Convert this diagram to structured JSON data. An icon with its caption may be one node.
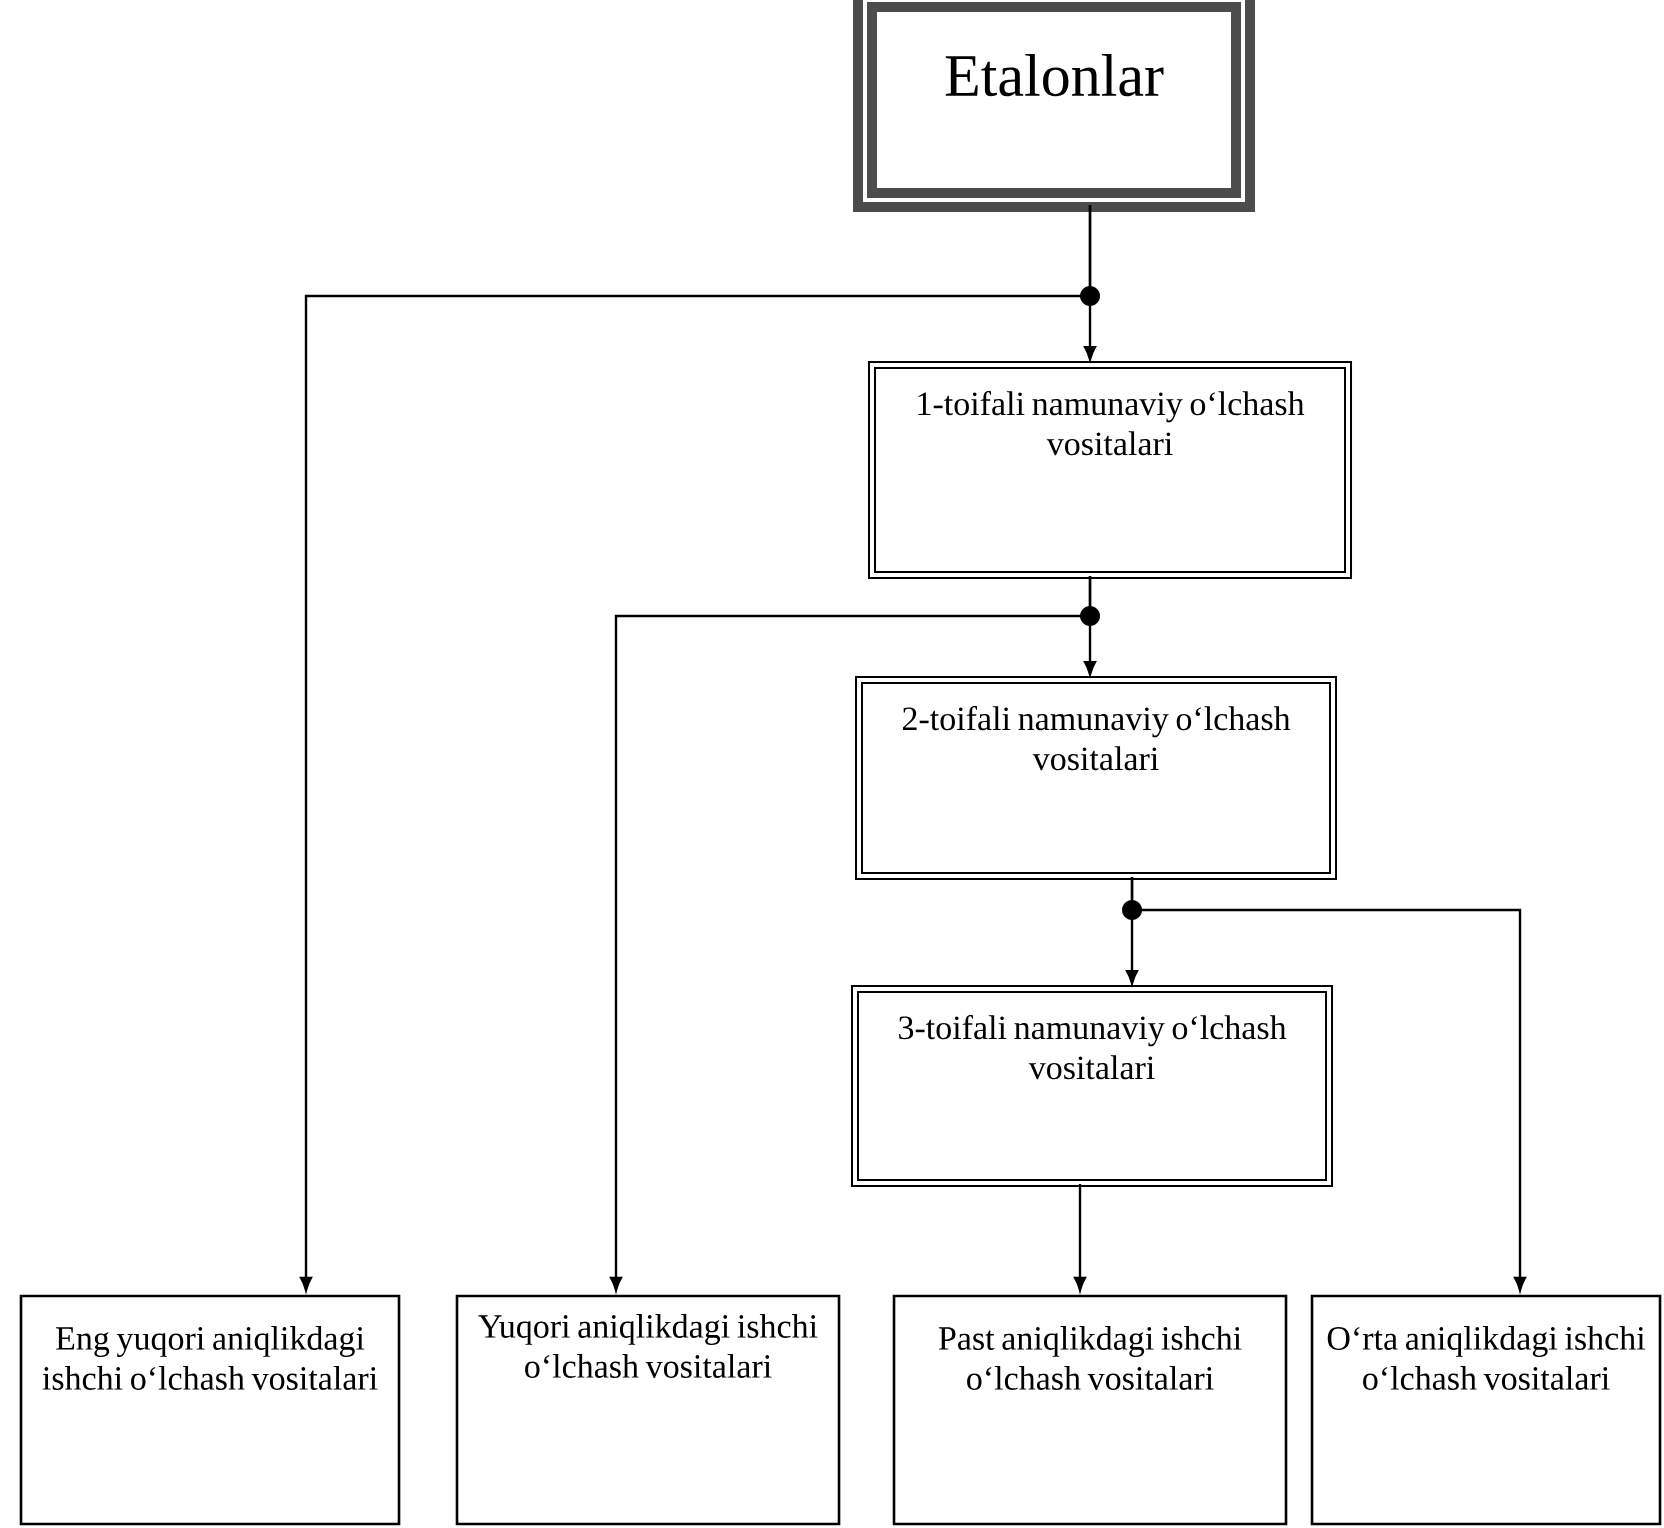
{
  "diagram": {
    "nodes": [
      {
        "text": [
          "Etalonlar"
        ]
      },
      {
        "text": [
          "1-toifali namunaviy o‘lchash vositalari"
        ]
      },
      {
        "text": [
          "2-toifali namunaviy o‘lchash vositalari"
        ]
      },
      {
        "text": [
          "3-toifali namunaviy o‘lchash vositalari"
        ]
      },
      {
        "text": [
          "Eng yuqori aniqlikdagi ishchi o‘lchash vositalari"
        ]
      },
      {
        "text": [
          "Yuqori aniqlikdagi ishchi o‘lchash vositalari"
        ]
      },
      {
        "text": [
          "Past aniqlikdagi ishchi o‘lchash vositalari"
        ]
      },
      {
        "text": [
          "O‘rta aniqlikdagi ishchi o‘lchash vositalari"
        ]
      }
    ],
    "edges": [
      {
        "from": 0,
        "to": 1,
        "arrow": "to"
      },
      {
        "from": 0,
        "to": 4,
        "arrow": "to"
      },
      {
        "from": 1,
        "to": 2,
        "arrow": "to"
      },
      {
        "from": 1,
        "to": 5,
        "arrow": "to"
      },
      {
        "from": 2,
        "to": 3,
        "arrow": "to"
      },
      {
        "from": 2,
        "to": 7,
        "arrow": "to"
      },
      {
        "from": 3,
        "to": 6,
        "arrow": "to"
      }
    ]
  }
}
